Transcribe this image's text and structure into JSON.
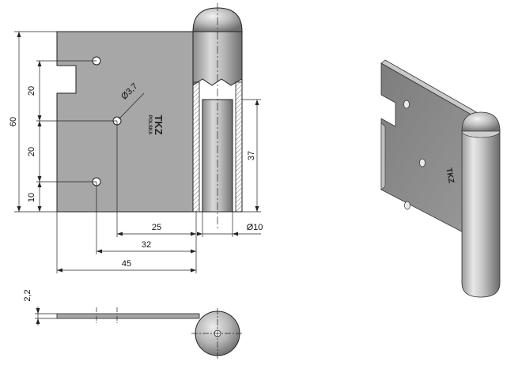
{
  "dimensions": {
    "height_total": "60",
    "height_upper": "20",
    "height_middle": "20",
    "height_lower": "10",
    "hole_diameter": "Ø3,7",
    "pin_length": "37",
    "pin_diameter": "Ø10",
    "hole_offset_1": "25",
    "hole_offset_2": "32",
    "plate_width": "45",
    "thickness": "2,2"
  },
  "logo": {
    "mark": "TKZ",
    "text": "POLSKA"
  },
  "colors": {
    "plate": "#a7a7a7",
    "plate_edge": "#6f6f6f",
    "line": "#222222",
    "pin_light": "#e6e6e6",
    "pin_dark": "#6d6d6d"
  }
}
